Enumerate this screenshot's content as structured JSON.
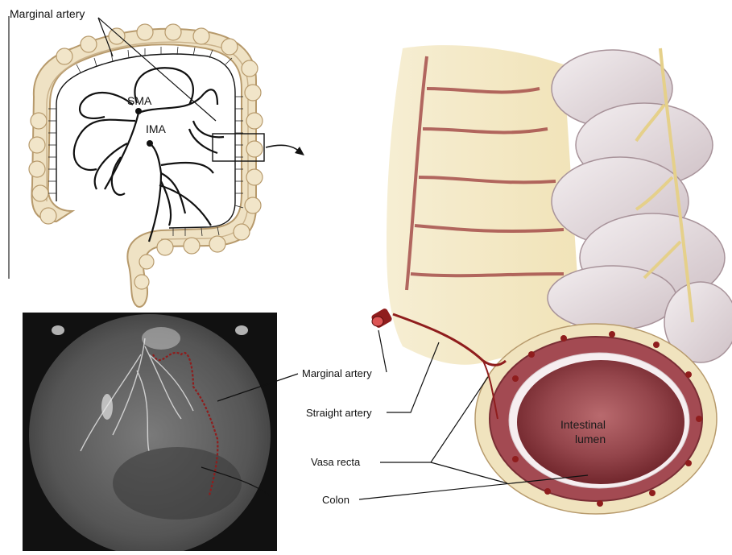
{
  "labels": {
    "marginal_artery_top": "Marginal artery",
    "sma": "SMA",
    "ima": "IMA",
    "marginal_artery_ct": "Marginal artery",
    "straight_artery": "Straight artery",
    "vasa_recta": "Vasa recta",
    "colon": "Colon",
    "lumen_line1": "Intestinal",
    "lumen_line2": "lumen"
  },
  "colors": {
    "colon_wall": "#efe2c4",
    "colon_outline": "#b79a6c",
    "artery": "#8f1d1d",
    "ct_background": "#1a1a1a",
    "fat": "#f4eac8",
    "lumen": "#8a3036"
  },
  "panels": {
    "top_left": "colon-arterial-arcade-schematic",
    "bottom_left": "ct-coronal-scan",
    "right": "colon-cross-section-illustration"
  }
}
